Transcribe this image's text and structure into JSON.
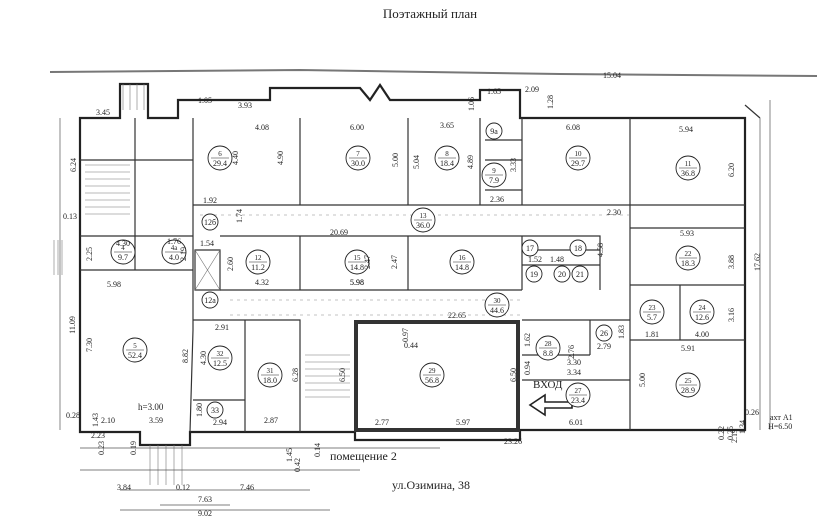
{
  "title": "Поэтажный план",
  "premises_label": "помещение 2",
  "street_address": "ул.Озимина, 38",
  "entrance_label": "ВХОД",
  "height_note": "h=3.00",
  "axis_label": "ахт А1",
  "height_h_label": "Н=6.50",
  "rooms": [
    {
      "no": "6",
      "area": "29.4"
    },
    {
      "no": "7",
      "area": "30.0"
    },
    {
      "no": "8",
      "area": "18.4"
    },
    {
      "no": "9а",
      "area": ""
    },
    {
      "no": "9",
      "area": "7.9"
    },
    {
      "no": "10",
      "area": "29.7"
    },
    {
      "no": "11",
      "area": "36.8"
    },
    {
      "no": "13",
      "area": "36.0"
    },
    {
      "no": "12б",
      "area": ""
    },
    {
      "no": "12",
      "area": "11.2"
    },
    {
      "no": "15",
      "area": "14.8"
    },
    {
      "no": "16",
      "area": "14.8"
    },
    {
      "no": "17",
      "area": ""
    },
    {
      "no": "18",
      "area": ""
    },
    {
      "no": "19",
      "area": ""
    },
    {
      "no": "20",
      "area": ""
    },
    {
      "no": "21",
      "area": ""
    },
    {
      "no": "22",
      "area": "18.3"
    },
    {
      "no": "4",
      "area": "9.7"
    },
    {
      "no": "4а",
      "area": "4.0"
    },
    {
      "no": "12а",
      "area": ""
    },
    {
      "no": "5",
      "area": "52.4"
    },
    {
      "no": "30",
      "area": "44.6"
    },
    {
      "no": "23",
      "area": "5.7"
    },
    {
      "no": "24",
      "area": "12.6"
    },
    {
      "no": "32",
      "area": "12.5"
    },
    {
      "no": "31",
      "area": "18.0"
    },
    {
      "no": "29",
      "area": "56.8"
    },
    {
      "no": "28",
      "area": "8.8"
    },
    {
      "no": "26",
      "area": ""
    },
    {
      "no": "25",
      "area": "28.9"
    },
    {
      "no": "27",
      "area": "23.4"
    },
    {
      "no": "33",
      "area": ""
    }
  ],
  "dimensions": [
    "15.04",
    "1.65",
    "2.09",
    "1.28",
    "1.06",
    "3.45",
    "3.93",
    "1.05",
    "4.08",
    "6.00",
    "3.65",
    "6.08",
    "5.94",
    "6.24",
    "4.40",
    "4.90",
    "5.00",
    "5.04",
    "4.89",
    "3.33",
    "2.36",
    "6.20",
    "1.92",
    "1.74",
    "20.69",
    "2.30",
    "4.30",
    "1.76",
    "2.25",
    "2.19",
    "1.54",
    "2.60",
    "5.98",
    "5.98",
    "4.58",
    "5.93",
    "2.47",
    "2.47",
    "3.88",
    "17.62",
    "0.13",
    "4.32",
    "5.98",
    "22.65",
    "2.91",
    "1.81",
    "4.00",
    "0.97",
    "11.09",
    "7.30",
    "8.82",
    "4.30",
    "6.28",
    "6.50",
    "0.44",
    "6.50",
    "2.76",
    "2.79",
    "5.91",
    "3.16",
    "1.83",
    "3.30",
    "3.34",
    "5.00",
    "1.80",
    "2.10",
    "3.59",
    "2.94",
    "2.87",
    "2.77",
    "5.97",
    "6.01",
    "2.19",
    "1.34",
    "0.26",
    "0.28",
    "1.43",
    "2.23",
    "0.23",
    "0.19",
    "1.45",
    "0.42",
    "0.14",
    "23.26",
    "3.84",
    "0.12",
    "7.46",
    "7.63",
    "9.02",
    "1.52",
    "1.48",
    "0.94",
    "1.62",
    "0.25",
    "0.22"
  ]
}
